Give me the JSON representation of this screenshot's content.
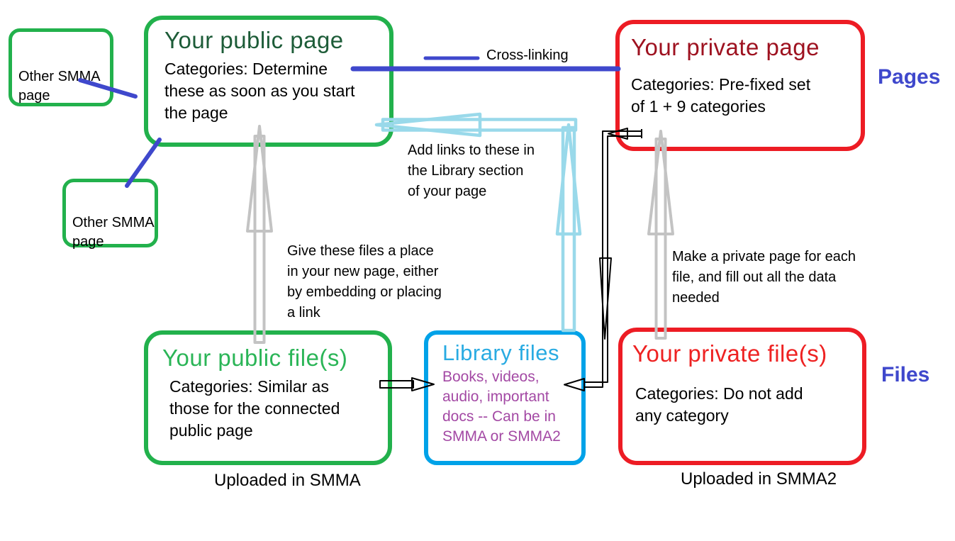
{
  "boxes": {
    "other_smma_1": {
      "text": "Other SMMA\npage"
    },
    "other_smma_2": {
      "text": "Other SMMA\npage"
    },
    "public_page": {
      "title": "Your public page",
      "body": "Categories: Determine\nthese as soon as you start\nthe page"
    },
    "private_page": {
      "title": "Your private page",
      "body": "Categories: Pre-fixed set\nof 1 + 9 categories"
    },
    "public_files": {
      "title": "Your public file(s)",
      "body": "Categories: Similar as\nthose for the connected\npublic page"
    },
    "library_files": {
      "title": "Library files",
      "body": "Books, videos,\naudio, important\ndocs -- Can be in\nSMMA or SMMA2"
    },
    "private_files": {
      "title": "Your private file(s)",
      "body": "Categories: Do not add\nany category"
    }
  },
  "labels": {
    "pages": "Pages",
    "files": "Files",
    "cross_linking": "Cross-linking",
    "uploaded_smma": "Uploaded in SMMA",
    "uploaded_smma2": "Uploaded in SMMA2"
  },
  "annotations": {
    "add_links": "Add links to these in\nthe Library section\nof your page",
    "give_files": "Give these files a place\nin your new page, either\nby embedding or placing\na link",
    "make_private": "Make a private page for each\nfile, and fill out all the data\nneeded"
  },
  "colors": {
    "green_border": "#22B14C",
    "red_border": "#ED1C24",
    "blue_border": "#00A2E8",
    "accent_blue": "#3F48CC",
    "light_turquoise": "#99D9EA",
    "gray_arrow": "#C3C3C3",
    "purple_text": "#A349A4",
    "dark_green_title": "#1D5C38",
    "green_title": "#2BB557",
    "maroon_title": "#9E1220",
    "red_title": "#EE2222",
    "turquoise_title": "#29ABE2"
  }
}
